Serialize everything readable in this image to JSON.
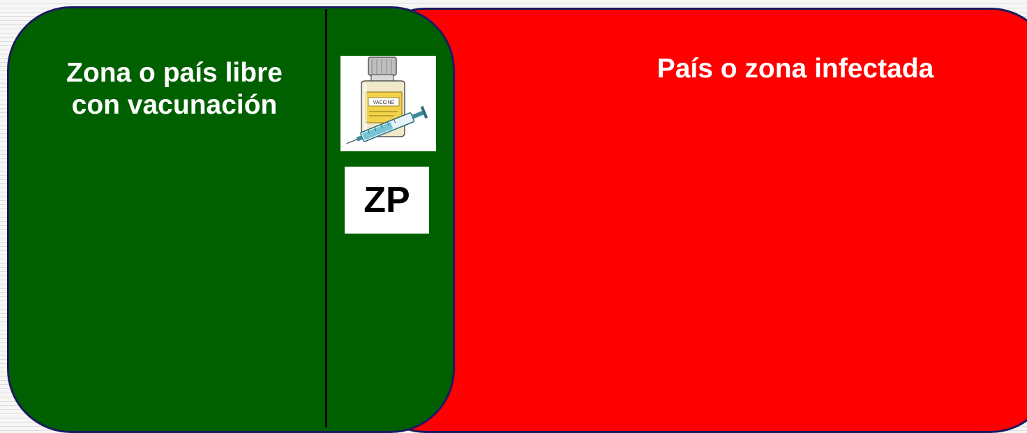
{
  "zones": {
    "free": {
      "title_line1": "Zona o país libre",
      "title_line2": "con vacunación",
      "color": "#006000"
    },
    "infected": {
      "title": "País o zona infectada",
      "color": "#ff0000"
    },
    "border_color": "#1a1a60"
  },
  "buffer_zone": {
    "label": "ZP",
    "icon": "vaccine-icon",
    "icon_text": "VACCINE"
  }
}
